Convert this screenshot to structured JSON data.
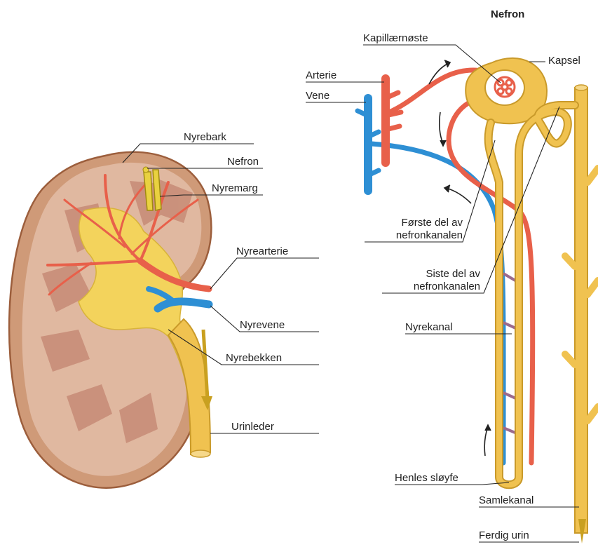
{
  "title": "Nefron",
  "kidney": {
    "labels": {
      "nyrebark": "Nyrebark",
      "nefron": "Nefron",
      "nyremarg": "Nyremarg",
      "nyrearterie": "Nyrearterie",
      "nyrevene": "Nyrevene",
      "nyrebekken": "Nyrebekken",
      "urinleder": "Urinleder"
    }
  },
  "nephron": {
    "labels": {
      "kapillaernoste": "Kapillærnøste",
      "kapsel": "Kapsel",
      "arterie": "Arterie",
      "vene": "Vene",
      "forste_line1": "Første del av",
      "forste_line2": "nefronkanalen",
      "siste_line1": "Siste del av",
      "siste_line2": "nefronkanalen",
      "nyrekanal": "Nyrekanal",
      "henles": "Henles sløyfe",
      "samlekanal": "Samlekanal",
      "ferdig_urin": "Ferdig urin"
    }
  },
  "colors": {
    "artery": "#e8604a",
    "vein": "#2e8fd4",
    "tubule": "#f0c250",
    "tubule_edge": "#c99a2a",
    "kidney_outer": "#cf9a78",
    "kidney_cortex": "#e0b8a0",
    "kidney_edge": "#9c5e3c",
    "pelvis": "#f3d35c"
  }
}
